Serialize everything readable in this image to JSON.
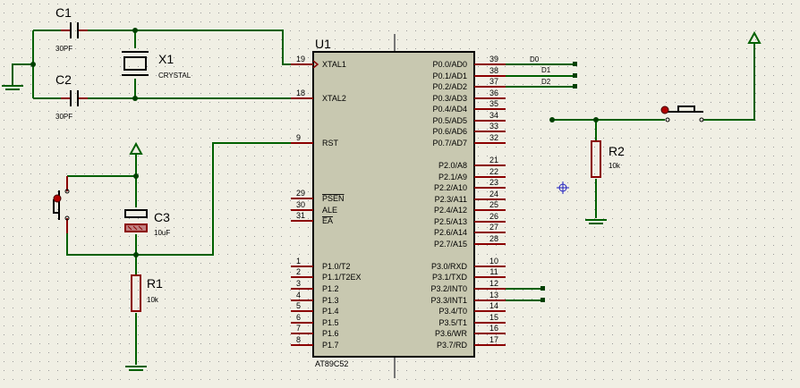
{
  "chip": {
    "ref": "U1",
    "part": "AT89C52",
    "left_pins": [
      {
        "num": "19",
        "name": "XTAL1"
      },
      {
        "num": "18",
        "name": "XTAL2"
      },
      {
        "num": "9",
        "name": "RST"
      },
      {
        "num": "29",
        "name": "PSEN"
      },
      {
        "num": "30",
        "name": "ALE"
      },
      {
        "num": "31",
        "name": "EA"
      },
      {
        "num": "1",
        "name": "P1.0/T2"
      },
      {
        "num": "2",
        "name": "P1.1/T2EX"
      },
      {
        "num": "3",
        "name": "P1.2"
      },
      {
        "num": "4",
        "name": "P1.3"
      },
      {
        "num": "5",
        "name": "P1.4"
      },
      {
        "num": "6",
        "name": "P1.5"
      },
      {
        "num": "7",
        "name": "P1.6"
      },
      {
        "num": "8",
        "name": "P1.7"
      }
    ],
    "right_pins": [
      {
        "num": "39",
        "name": "P0.0/AD0"
      },
      {
        "num": "38",
        "name": "P0.1/AD1"
      },
      {
        "num": "37",
        "name": "P0.2/AD2"
      },
      {
        "num": "36",
        "name": "P0.3/AD3"
      },
      {
        "num": "35",
        "name": "P0.4/AD4"
      },
      {
        "num": "34",
        "name": "P0.5/AD5"
      },
      {
        "num": "33",
        "name": "P0.6/AD6"
      },
      {
        "num": "32",
        "name": "P0.7/AD7"
      },
      {
        "num": "21",
        "name": "P2.0/A8"
      },
      {
        "num": "22",
        "name": "P2.1/A9"
      },
      {
        "num": "23",
        "name": "P2.2/A10"
      },
      {
        "num": "24",
        "name": "P2.3/A11"
      },
      {
        "num": "25",
        "name": "P2.4/A12"
      },
      {
        "num": "26",
        "name": "P2.5/A13"
      },
      {
        "num": "27",
        "name": "P2.6/A14"
      },
      {
        "num": "28",
        "name": "P2.7/A15"
      },
      {
        "num": "10",
        "name": "P3.0/RXD"
      },
      {
        "num": "11",
        "name": "P3.1/TXD"
      },
      {
        "num": "12",
        "name": "P3.2/INT0"
      },
      {
        "num": "13",
        "name": "P3.3/INT1"
      },
      {
        "num": "14",
        "name": "P3.4/T0"
      },
      {
        "num": "15",
        "name": "P3.5/T1"
      },
      {
        "num": "16",
        "name": "P3.6/WR"
      },
      {
        "num": "17",
        "name": "P3.7/RD"
      }
    ]
  },
  "components": {
    "c1": {
      "ref": "C1",
      "value": "30PF"
    },
    "c2": {
      "ref": "C2",
      "value": "30PF"
    },
    "x1": {
      "ref": "X1",
      "value": "CRYSTAL"
    },
    "c3": {
      "ref": "C3",
      "value": "10uF"
    },
    "r1": {
      "ref": "R1",
      "value": "10k"
    },
    "r2": {
      "ref": "R2",
      "value": "10k"
    }
  },
  "net_labels": [
    "D0",
    "D1",
    "D2"
  ],
  "colors": {
    "background": "#f0efe4",
    "grid_dot": "#9a9a9a",
    "wire": "#006000",
    "pin": "#8b0000",
    "chip_fill": "#c8c8b0",
    "chip_stroke": "#000000",
    "component": "#8b0000",
    "junction": "#004000"
  }
}
